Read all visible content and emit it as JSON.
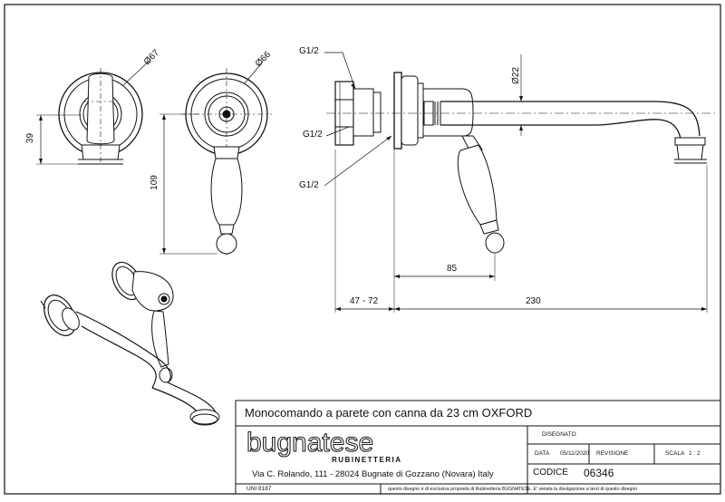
{
  "drawing": {
    "dimensions": {
      "d67": "Ø67",
      "d66": "Ø66",
      "d22": "Ø22",
      "h39": "39",
      "h109": "109",
      "w85": "85",
      "w47_72": "47 - 72",
      "w230": "230"
    },
    "threads": {
      "g1": "G1/2",
      "g2": "G1/2",
      "g3": "G1/2"
    }
  },
  "title_block": {
    "title": "Monocomando a parete con canna da 23 cm OXFORD",
    "brand": "bugnatese",
    "brand_sub": "RUBINETTERIA",
    "address": "Via C. Rolando, 111 - 28024 Bugnate di Gozzano (Novara) Italy",
    "disegnato_label": "DISEGNATO",
    "data_label": "DATA",
    "data_value": "05/11/2020",
    "revisione_label": "REVISIONE",
    "scala_label": "SCALA",
    "scala_value": "1 : 2",
    "codice_label": "CODICE",
    "codice_value": "06346",
    "uni": "UNI 8187",
    "footer_note": "questo disegno è di esclusiva proprietà di Rubinetteria BUGNATESE. E' vietata la divulgazione a terzi di questo disegno"
  }
}
